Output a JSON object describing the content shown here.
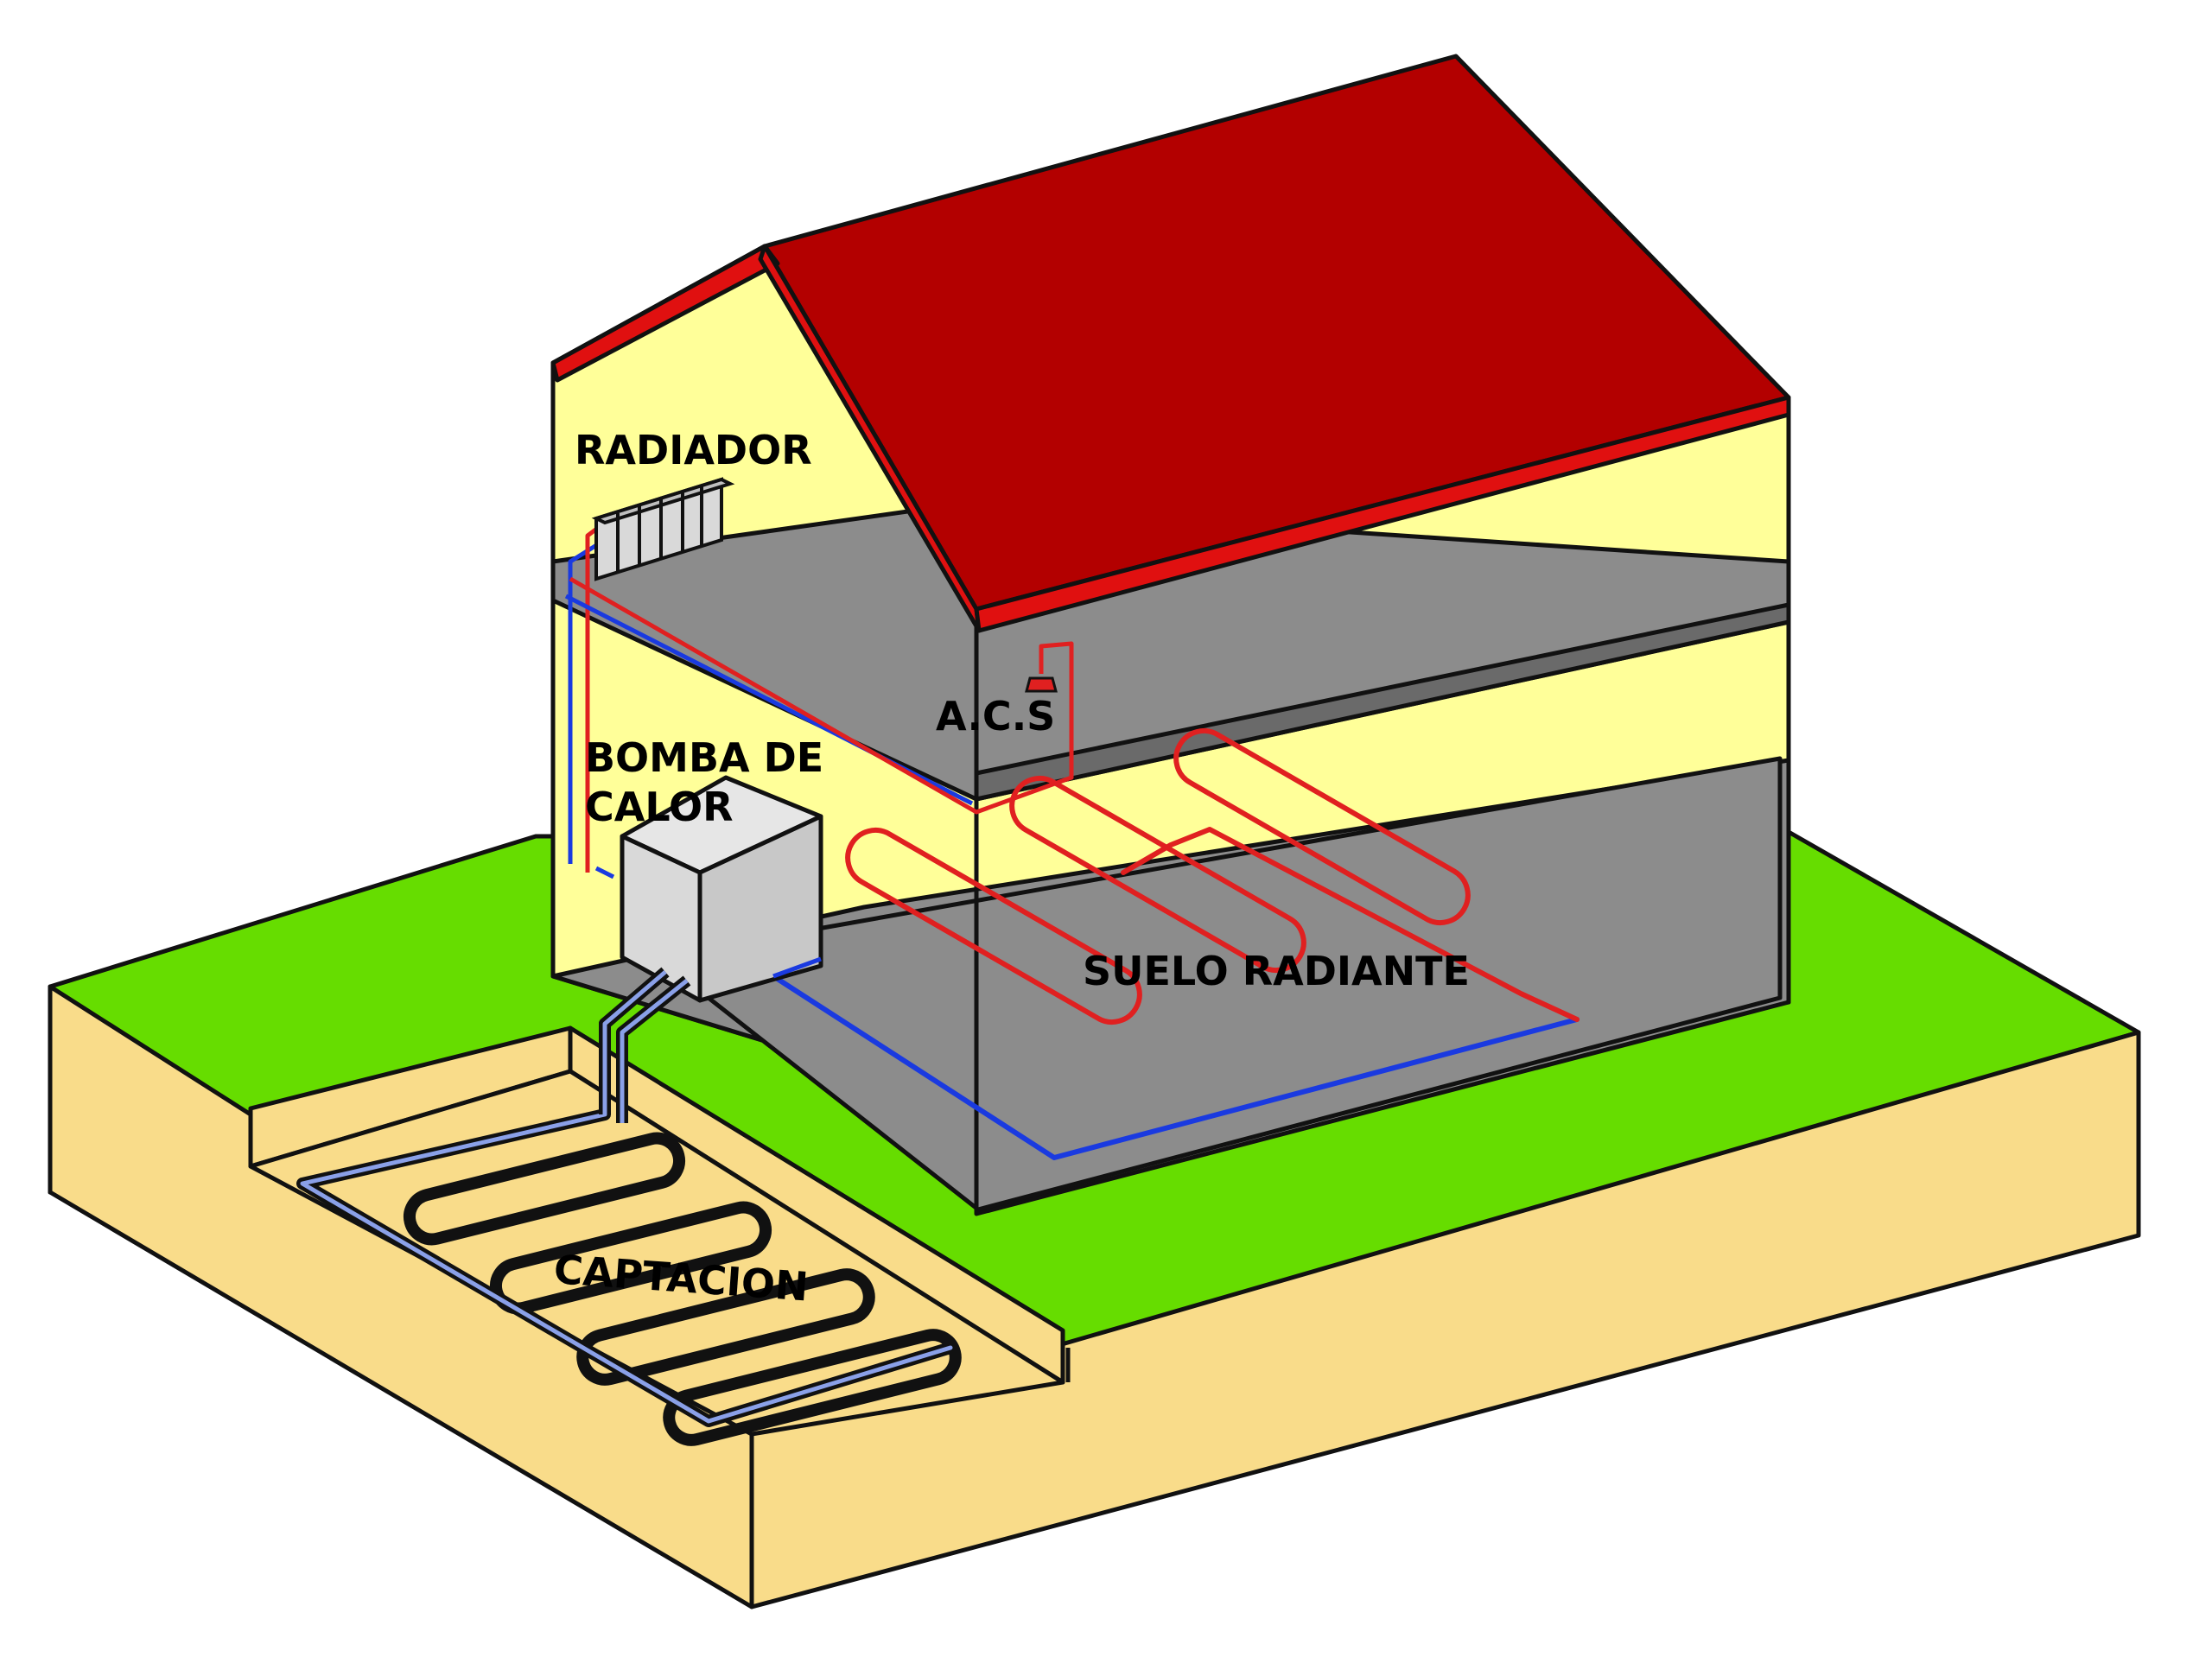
{
  "labels": {
    "radiador": "RADIADOR",
    "acs": "A.C.S",
    "bomba_line1": "BOMBA DE",
    "bomba_line2": "CALOR",
    "suelo": "SUELO RADIANTE",
    "captacion": "CAPTACION"
  },
  "colors": {
    "roof": "#b30000",
    "roof_edge": "#e01010",
    "walls": "#ffff99",
    "floor": "#8c8c8c",
    "grass": "#66dd00",
    "soil": "#f9dc8a",
    "pump": "#d9d9d9",
    "pipe_hot": "#e02020",
    "pipe_cold": "#1a3ae0",
    "outline": "#111111"
  }
}
